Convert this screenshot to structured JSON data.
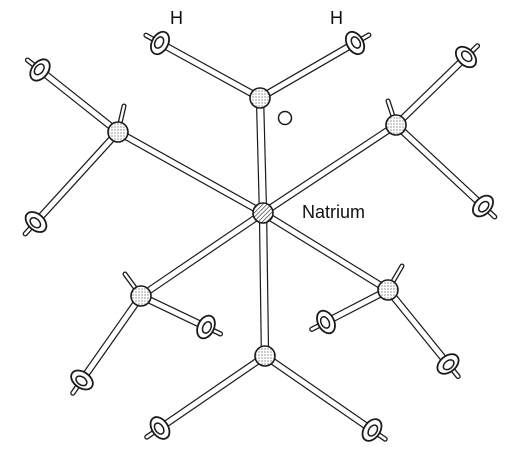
{
  "labels": {
    "hydrogen_left": "H",
    "hydrogen_right": "H",
    "oxygen": "O",
    "sodium": "Natrium"
  },
  "colors": {
    "ink": "#1a1a1a",
    "paper": "#ffffff",
    "stipple": "#555555"
  }
}
